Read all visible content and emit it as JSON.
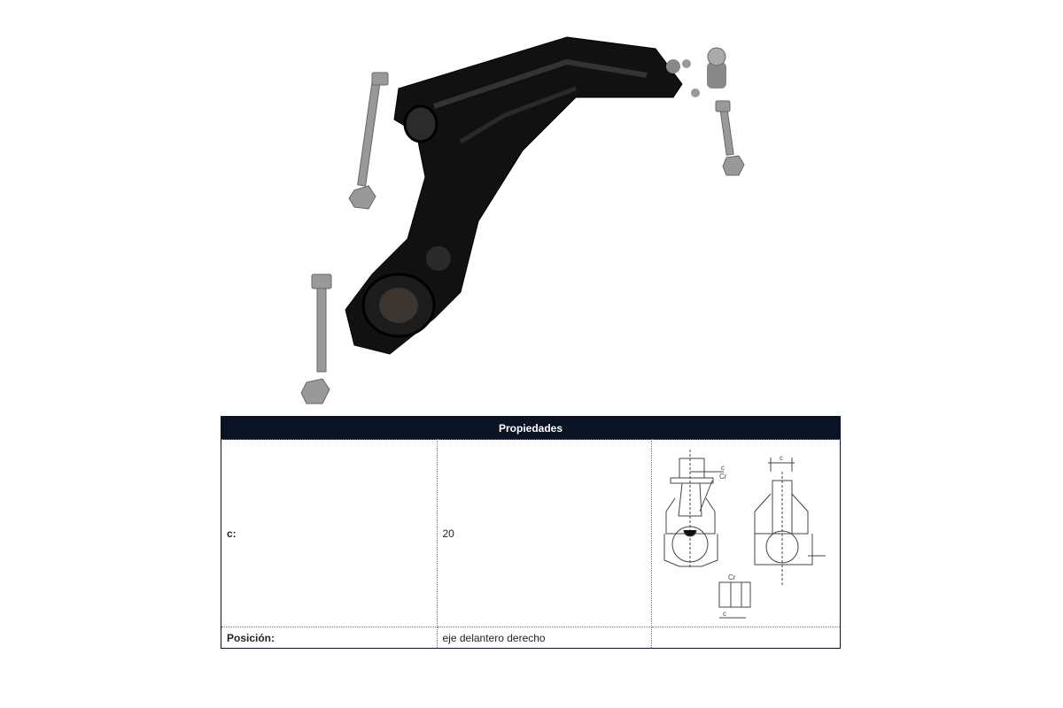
{
  "product_image": {
    "alt": "control-arm-with-bolts"
  },
  "properties": {
    "header": "Propiedades",
    "rows": [
      {
        "label": "c:",
        "value": "20"
      },
      {
        "label": "Posición:",
        "value": "eje delantero derecho"
      }
    ],
    "diagram_labels": {
      "c": "c",
      "cr": "Cr"
    }
  }
}
